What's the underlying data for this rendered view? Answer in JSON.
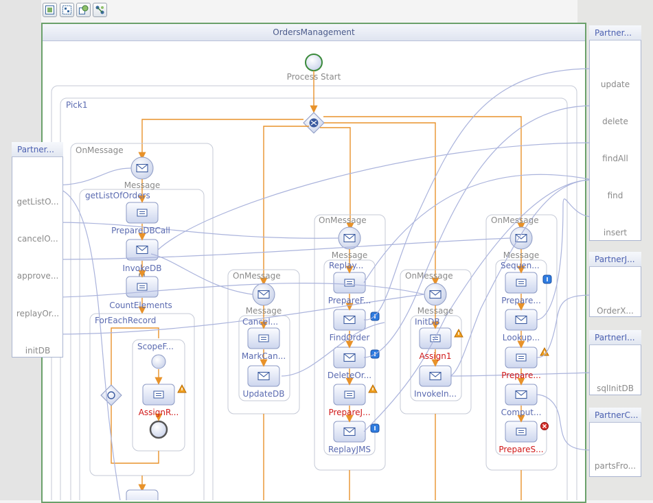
{
  "process_title": "OrdersManagement",
  "start_label": "Process Start",
  "pick_label": "Pick1",
  "toolbar_icons": [
    "expand-all-icon",
    "collapse-all-icon",
    "show-partners-icon",
    "auto-layout-icon"
  ],
  "left_partner": {
    "title": "Partner...",
    "operations": [
      "getListO...",
      "cancelO...",
      "approve...",
      "replayOr...",
      "initDB"
    ]
  },
  "right_partners": [
    {
      "title": "Partner...",
      "operations": [
        "update",
        "delete",
        "findAll",
        "find",
        "insert"
      ]
    },
    {
      "title": "PartnerJ...",
      "operations": [
        "OrderX..."
      ]
    },
    {
      "title": "PartnerI...",
      "operations": [
        "sqlInitDB"
      ]
    },
    {
      "title": "PartnerC...",
      "operations": [
        "partsFro..."
      ]
    }
  ],
  "branch1": {
    "onmessage": "OnMessage",
    "message": "Message",
    "sequence": "getListOfOrders",
    "activities": [
      "PrepareDBCall",
      "InvokeDB",
      "CountElements"
    ],
    "foreach": "ForEachRecord",
    "scope": "ScopeF...",
    "scope_activity": "AssignR..."
  },
  "branch2": {
    "onmessage": "OnMessage",
    "message": "Message",
    "sequence": "Cancel...",
    "activities": [
      "MarkCan...",
      "UpdateDB"
    ]
  },
  "branch3": {
    "onmessage": "OnMessage",
    "message": "Message",
    "sequence": "Replay...",
    "activities": [
      "PrepareF...",
      "FindOrder",
      "DeleteOr...",
      "PrepareJ...",
      "ReplayJMS"
    ]
  },
  "branch4": {
    "onmessage": "OnMessage",
    "message": "Message",
    "sequence": "InitDB",
    "activities": [
      "Assign1",
      "InvokeIn..."
    ]
  },
  "branch5": {
    "onmessage": "OnMessage",
    "message": "Message",
    "sequence": "Sequen...",
    "activities": [
      "Prepare...",
      "Lookup...",
      "Prepare...",
      "Comput...",
      "PrepareS..."
    ]
  },
  "colors": {
    "flow": "#e8922a",
    "link": "#aab3dc",
    "label": "#5a6ab0",
    "error_label": "#d01818",
    "process_border": "#6aa06a"
  }
}
